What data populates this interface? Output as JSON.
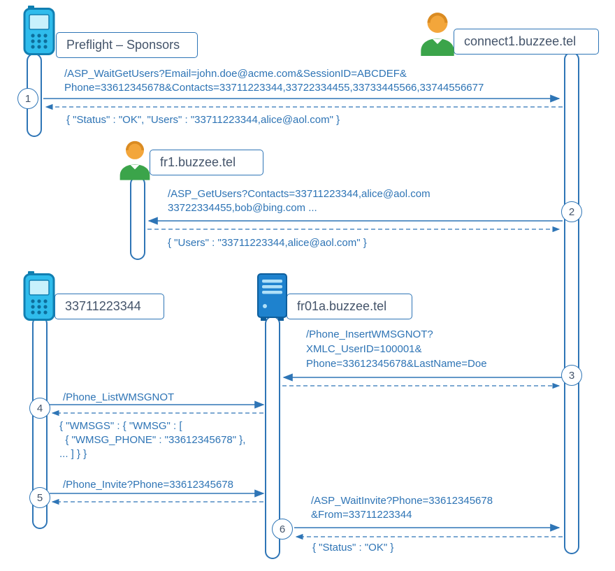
{
  "colors": {
    "line_blue": "#2E75B6",
    "message_text_blue": "#2E74B5",
    "label_text_slate": "#44546A",
    "phone_cyan": "#2FBCEC",
    "person_head_orange": "#F3A63B",
    "person_body_green": "#3BA44A",
    "server_blue": "#1E82CE"
  },
  "actors": {
    "preflight": {
      "label": "Preflight – Sponsors",
      "icon": "phone"
    },
    "connect1": {
      "label": "connect1.buzzee.tel",
      "icon": "person"
    },
    "fr1": {
      "label": "fr1.buzzee.tel",
      "icon": "person"
    },
    "phone2": {
      "label": "33711223344",
      "icon": "phone"
    },
    "fr01a": {
      "label": "fr01a.buzzee.tel",
      "icon": "server"
    }
  },
  "messages": [
    {
      "step": "1",
      "from": "preflight",
      "to": "connect1",
      "request": "/ASP_WaitGetUsers?Email=john.doe@acme.com&SessionID=ABCDEF&\nPhone=33612345678&Contacts=33711223344,33722334455,33733445566,33744556677",
      "response": "{ \"Status\" : \"OK\", \"Users\" : \"33711223344,alice@aol.com\" }"
    },
    {
      "step": "2",
      "from": "connect1",
      "to": "fr1",
      "request": "/ASP_GetUsers?Contacts=33711223344,alice@aol.com\n33722334455,bob@bing.com ...",
      "response": "{ \"Users\" : \"33711223344,alice@aol.com\" }"
    },
    {
      "step": "3",
      "from": "connect1",
      "to": "fr01a",
      "request": "/Phone_InsertWMSGNOT?\nXMLC_UserID=100001&\nPhone=33612345678&LastName=Doe",
      "response": ""
    },
    {
      "step": "4",
      "from": "phone2",
      "to": "fr01a",
      "request": "/Phone_ListWMSGNOT",
      "response": "{ \"WMSGS\" : { \"WMSG\" : [\n  { \"WMSG_PHONE\" : \"33612345678\" },\n... ] } }"
    },
    {
      "step": "5",
      "from": "phone2",
      "to": "fr01a",
      "request": "/Phone_Invite?Phone=33612345678",
      "response": ""
    },
    {
      "step": "6",
      "from": "fr01a",
      "to": "connect1",
      "request": "/ASP_WaitInvite?Phone=33612345678\n&From=33711223344",
      "response": "{ \"Status\" : \"OK\" }"
    }
  ]
}
